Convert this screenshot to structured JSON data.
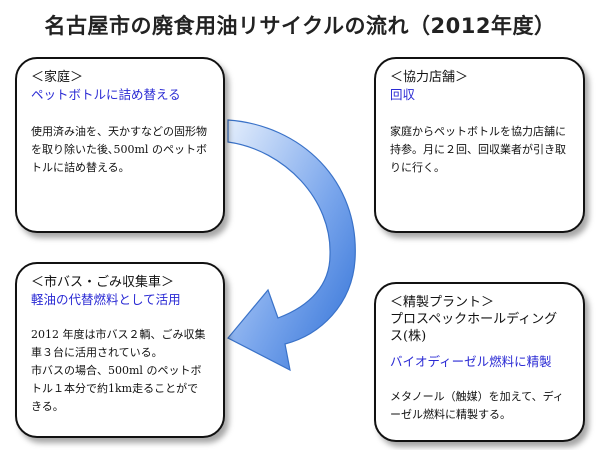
{
  "title": "名古屋市の廃食用油リサイクルの流れ（2012年度）",
  "boxes": {
    "home": {
      "heading": "＜家庭＞",
      "subtitle": "ペットボトルに詰め替える",
      "body": "使用済み油を、天かすなどの固形物を取り除いた後､500ml のペットボトルに詰め替える。"
    },
    "shop": {
      "heading": "＜協力店舗＞",
      "subtitle": "回収",
      "body": "家庭からペットボトルを協力店舗に持参。月に２回、回収業者が引き取りに行く。"
    },
    "bus": {
      "heading": "＜市バス・ごみ収集車＞",
      "subtitle": "軽油の代替燃料として活用",
      "body1": "2012 年度は市バス２輌、ごみ収集車３台に活用されている。",
      "body2": "市バスの場合、500ml のペットボトル１本分で約1km走ることができる。"
    },
    "plant": {
      "heading": "＜精製プラント＞",
      "company": "プロスペックホールディングス(株)",
      "subtitle": "バイオディーゼル燃料に精製",
      "body": "メタノール（触媒）を加えて、ディーゼル燃料に精製する。"
    }
  },
  "colors": {
    "accent_text": "#2a2ad4",
    "arrow_light": "#c6d9f7",
    "arrow_dark": "#2e6fd6"
  }
}
